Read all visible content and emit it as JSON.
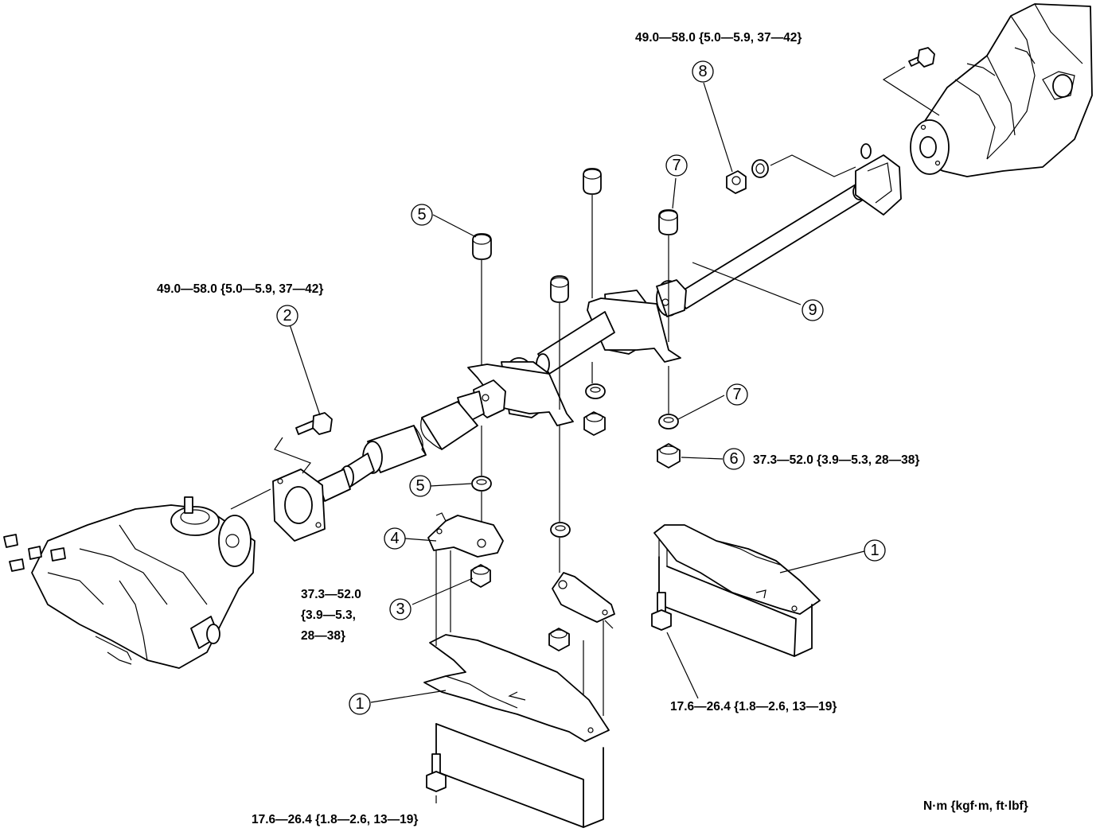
{
  "callouts": {
    "c1_right": "1",
    "c1_left": "1",
    "c2": "2",
    "c3": "3",
    "c4": "4",
    "c5_top": "5",
    "c5_bottom": "5",
    "c6": "6",
    "c7_top": "7",
    "c7_bottom": "7",
    "c8": "8",
    "c9": "9"
  },
  "torque_labels": {
    "top_right": "49.0—58.0 {5.0—5.9, 37—42}",
    "left_upper": "49.0—58.0 {5.0—5.9, 37—42}",
    "nut_6": "37.3—52.0 {3.9—5.3, 28—38}",
    "nut_3_line1": "37.3—52.0",
    "nut_3_line2": "{3.9—5.3,",
    "nut_3_line3": "28—38}",
    "bolt_right": "17.6—26.4 {1.8—2.6, 13—19}",
    "bolt_left": "17.6—26.4 {1.8—2.6, 13—19}"
  },
  "units_label": "N·m {kgf·m, ft·lbf}"
}
